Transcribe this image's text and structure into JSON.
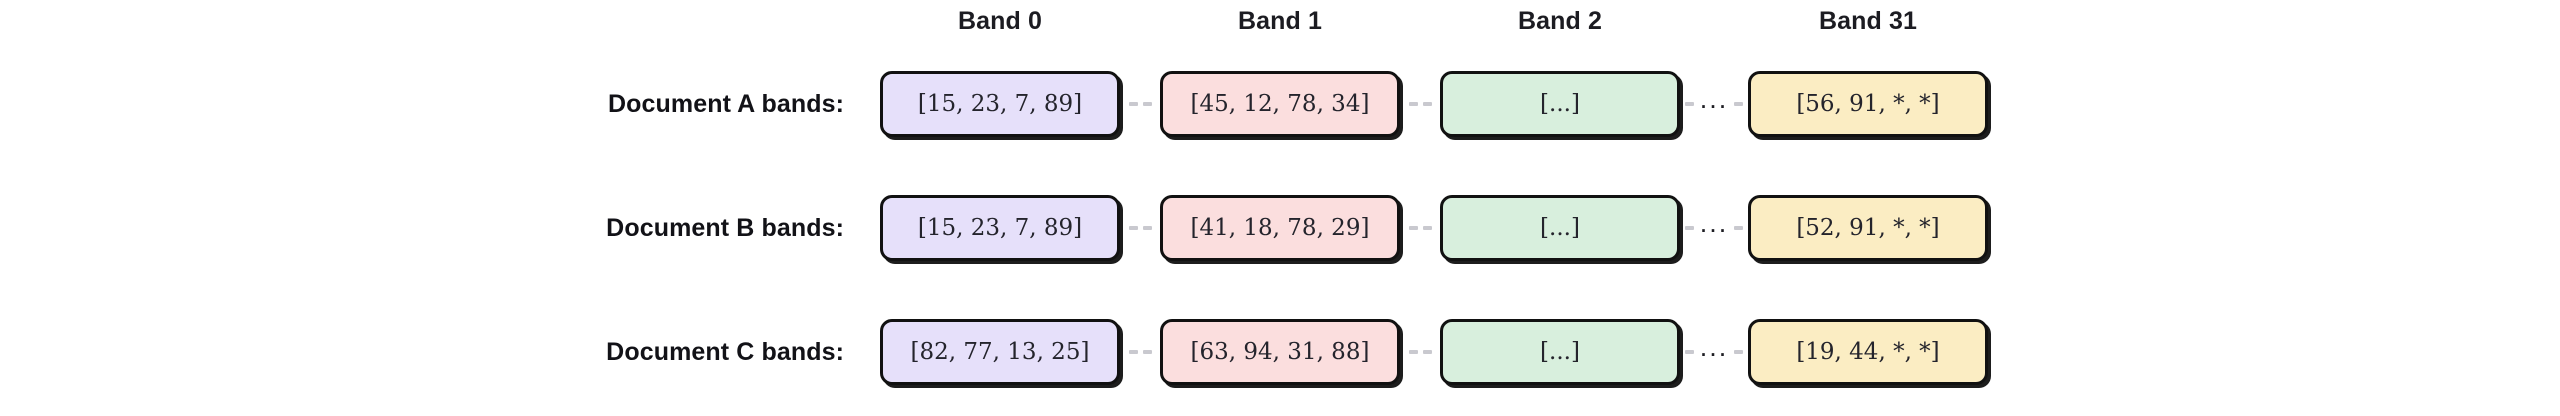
{
  "diagram": {
    "title_row_label_suffix": "bands:",
    "columns": [
      {
        "id": "band-0",
        "label": "Band 0",
        "color": "#e6e0fa"
      },
      {
        "id": "band-1",
        "label": "Band 1",
        "color": "#fbdede"
      },
      {
        "id": "band-2",
        "label": "Band 2",
        "color": "#d8efdd"
      },
      {
        "id": "band-31",
        "label": "Band 31",
        "color": "#fbedc3"
      }
    ],
    "separators": {
      "dash": "–",
      "ellipsis": "..."
    },
    "rows": [
      {
        "id": "document-a",
        "label": "Document A bands:",
        "cells": [
          "[15, 23, 7, 89]",
          "[45, 12, 78, 34]",
          "[...]",
          "[56, 91, *, *]"
        ]
      },
      {
        "id": "document-b",
        "label": "Document B bands:",
        "cells": [
          "[15, 23, 7, 89]",
          "[41, 18, 78, 29]",
          "[...]",
          "[52, 91, *, *]"
        ]
      },
      {
        "id": "document-c",
        "label": "Document C bands:",
        "cells": [
          "[82, 77, 13, 25]",
          "[63, 94, 31, 88]",
          "[...]",
          "[19, 44, *, *]"
        ]
      }
    ]
  }
}
